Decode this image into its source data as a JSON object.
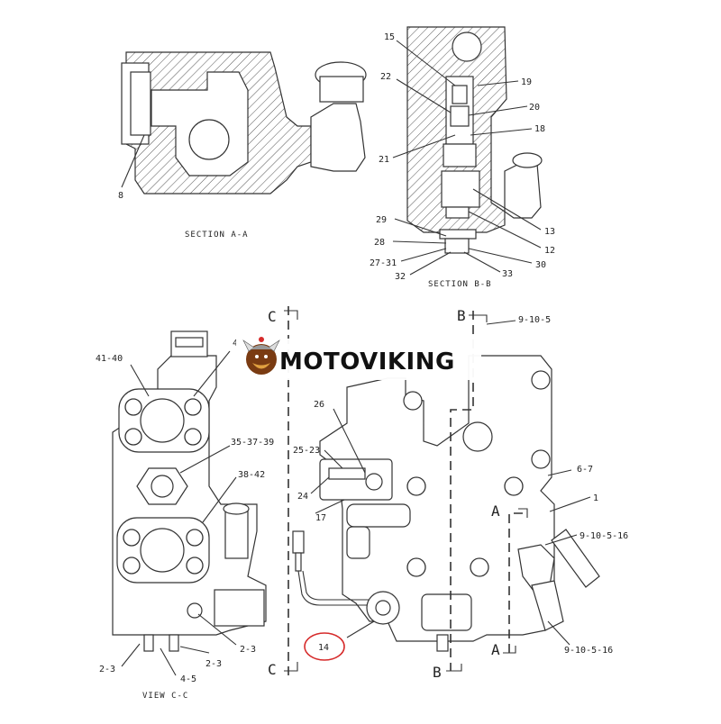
{
  "sections": {
    "section_aa": "SECTION A-A",
    "section_bb": "SECTION B-B",
    "view_cc": "VIEW C-C"
  },
  "watermark": {
    "brand": "MOTOVIKING"
  },
  "cut_markers": {
    "c_top": "C",
    "c_bottom": "C",
    "b_top": "B",
    "b_bottom": "B",
    "a_mid": "A",
    "a_bottom": "A"
  },
  "callouts": {
    "aa_8": "8",
    "bb_15": "15",
    "bb_19": "19",
    "bb_22": "22",
    "bb_20": "20",
    "bb_18": "18",
    "bb_21": "21",
    "bb_13": "13",
    "bb_29": "29",
    "bb_12": "12",
    "bb_28": "28",
    "bb_27_31": "27-31",
    "bb_30": "30",
    "bb_32": "32",
    "bb_33": "33",
    "cc_41_40": "41-40",
    "cc_41": "4",
    "cc_35_37_39": "35-37-39",
    "cc_38_42": "38-42",
    "cc_2_3_a": "2-3",
    "cc_2_3_b": "2-3",
    "cc_2_3_c": "2-3",
    "cc_4_5": "4-5",
    "m_9_10_5": "9-10-5",
    "m_26": "26",
    "m_25_23": "25-23",
    "m_24": "24",
    "m_17": "17",
    "m_6_7": "6-7",
    "m_1": "1",
    "m_9_10_5_16_a": "9-10-5-16",
    "m_9_10_5_16_b": "9-10-5-16",
    "m_14": "14"
  },
  "highlight_color": "#d62b2b"
}
